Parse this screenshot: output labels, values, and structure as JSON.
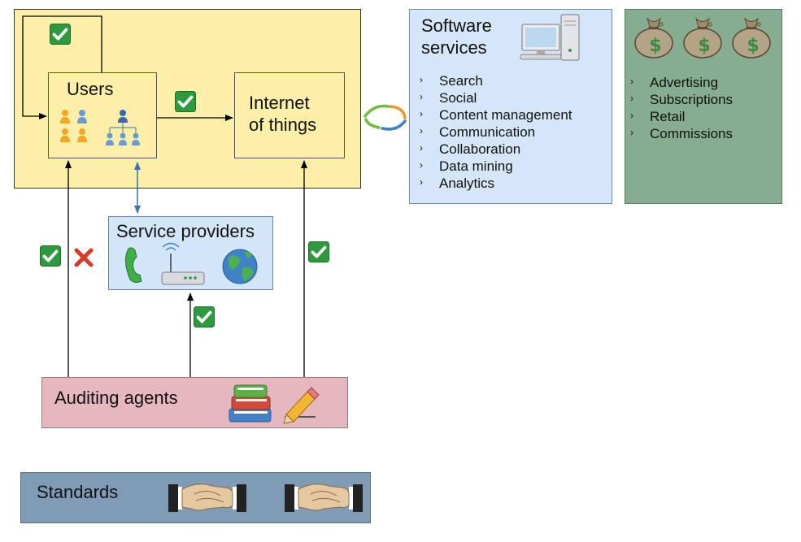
{
  "nodes": {
    "users": {
      "label": "Users"
    },
    "iot": {
      "line1": "Internet",
      "line2": "of things"
    },
    "software": {
      "line1": "Software",
      "line2": "services"
    },
    "service_providers": {
      "label": "Service providers"
    },
    "auditing_agents": {
      "label": "Auditing agents"
    },
    "standards": {
      "label": "Standards"
    }
  },
  "software_services": [
    "Search",
    "Social",
    "Content management",
    "Communication",
    "Collaboration",
    "Data mining",
    "Analytics"
  ],
  "revenue_models": [
    "Advertising",
    "Subscriptions",
    "Retail",
    "Commissions"
  ],
  "icons": {
    "check": "check-icon",
    "cross": "cross-icon",
    "users": "people-icon",
    "org": "org-chart-icon",
    "computer": "computer-icon",
    "money": "money-bag-icon",
    "phone": "phone-icon",
    "router": "router-icon",
    "globe": "globe-icon",
    "books": "books-icon",
    "pencil": "pencil-icon",
    "handshake": "handshake-icon",
    "sync": "sync-arrows-icon"
  },
  "colors": {
    "main_area": "#fcefa8",
    "software": "#d5e6f8",
    "revenue": "#86ad8f",
    "service_providers": "#d2e5f9",
    "auditing_agents": "#e5b8c0",
    "standards": "#7f9bb5",
    "check": "#2e9a3e",
    "cross": "#d83a2a",
    "connector_blue": "#3f6fb0"
  }
}
